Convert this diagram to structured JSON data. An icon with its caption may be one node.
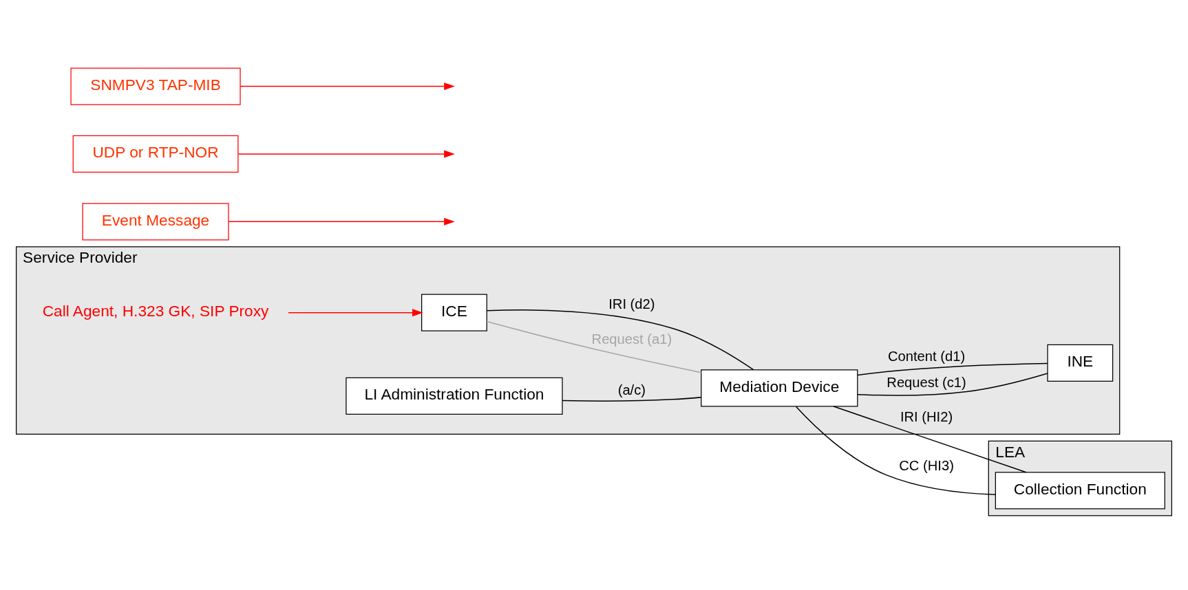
{
  "diagram": {
    "nodes": [
      {
        "text": [
          "Service Provider"
        ]
      },
      {
        "text": [
          "Call Agent, H.323 GK, SIP Proxy"
        ],
        "in": 0
      },
      {
        "text": [
          "LI Administration Function"
        ],
        "in": 0
      },
      {
        "text": [
          "ICE"
        ],
        "in": 0
      },
      {
        "text": [
          "Mediation Device"
        ],
        "in": 0
      },
      {
        "text": [
          "INE"
        ],
        "in": 0
      },
      {
        "text": [
          "LEA"
        ]
      },
      {
        "text": [
          "Collection Function"
        ],
        "in": 6
      },
      {
        "text": [
          "Event Message"
        ]
      },
      {
        "text": [
          "UDP or RTP-NOR"
        ]
      },
      {
        "text": [
          "SNMPV3 TAP-MIB"
        ]
      }
    ],
    "edges": [
      {
        "from": 1,
        "to": 3,
        "arrow": "to",
        "color": "#ff0000"
      },
      {
        "from": 2,
        "to": 4,
        "arrow": "none",
        "label": "(a/c)"
      },
      {
        "from": 3,
        "to": 4,
        "arrow": "none",
        "label": "Request (a1)",
        "color": "#a6a6a6"
      },
      {
        "from": 3,
        "to": 4,
        "arrow": "none",
        "label": "IRI (d2)"
      },
      {
        "from": 4,
        "to": 5,
        "arrow": "none",
        "label": "Request (c1)"
      },
      {
        "from": 4,
        "to": 5,
        "arrow": "none",
        "label": "Content (d1)"
      },
      {
        "from": 4,
        "to": 7,
        "arrow": "none",
        "label": "IRI (HI2)"
      },
      {
        "from": 4,
        "to": 7,
        "arrow": "none",
        "label": "CC (HI3)"
      },
      {
        "from": 8,
        "to": null,
        "arrow": "to",
        "color": "#ff0000"
      },
      {
        "from": 9,
        "to": null,
        "arrow": "to",
        "color": "#ff0000"
      },
      {
        "from": 10,
        "to": null,
        "arrow": "to",
        "color": "#ff0000"
      }
    ]
  }
}
